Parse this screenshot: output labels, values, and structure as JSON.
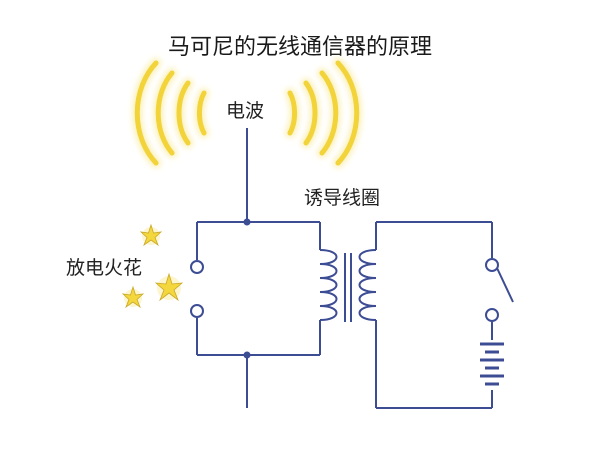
{
  "title": "马可尼的无线通信器的原理",
  "labels": {
    "radio_wave": "电波",
    "induction_coil": "诱导线圈",
    "spark": "放电火花"
  },
  "colors": {
    "wire": "#3d4d94",
    "wave": "#f2d33a",
    "wave_glow": "#fbf1b8",
    "spark": "#f4d73c"
  },
  "icons": [
    "radio-wave-arcs",
    "spark-star-icon",
    "induction-coil",
    "switch",
    "battery"
  ]
}
